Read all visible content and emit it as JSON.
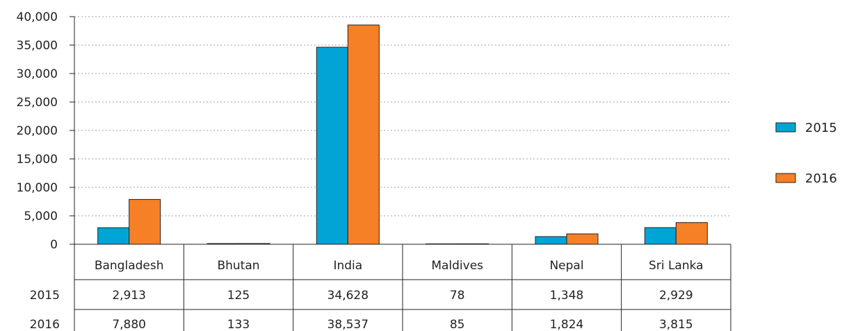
{
  "chart_data": {
    "type": "bar",
    "categories": [
      "Bangladesh",
      "Bhutan",
      "India",
      "Maldives",
      "Nepal",
      "Sri Lanka"
    ],
    "series": [
      {
        "name": "2015",
        "values": [
          2913,
          125,
          34628,
          78,
          1348,
          2929
        ],
        "color": "#00a5d6",
        "table_values": [
          "2,913",
          "125",
          "34,628",
          "78",
          "1,348",
          "2,929"
        ]
      },
      {
        "name": "2016",
        "values": [
          7880,
          133,
          38537,
          85,
          1824,
          3815
        ],
        "color": "#f58025",
        "table_values": [
          "7,880",
          "133",
          "38,537",
          "85",
          "1,824",
          "3,815"
        ]
      }
    ],
    "ylim": [
      0,
      40000
    ],
    "yticks": [
      0,
      5000,
      10000,
      15000,
      20000,
      25000,
      30000,
      35000,
      40000
    ],
    "ytick_labels": [
      "0",
      "5,000",
      "10,000",
      "15,000",
      "20,000",
      "25,000",
      "30,000",
      "35,000",
      "40,000"
    ],
    "grid": true,
    "legend_position": "right",
    "data_table": true
  }
}
